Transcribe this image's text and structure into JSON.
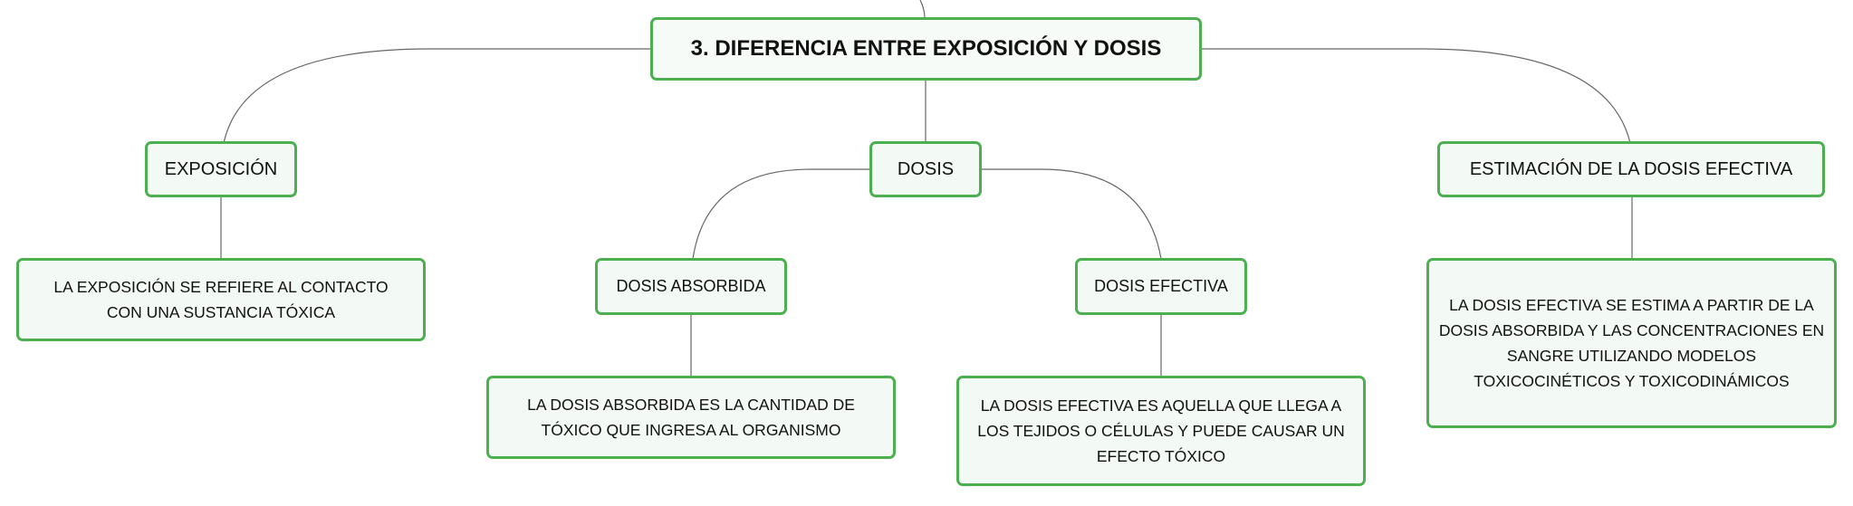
{
  "diagram": {
    "root": "3. DIFERENCIA ENTRE EXPOSICIÓN Y DOSIS",
    "exposicion": {
      "label": "EXPOSICIÓN",
      "detail": "LA EXPOSICIÓN SE REFIERE AL CONTACTO CON UNA SUSTANCIA TÓXICA"
    },
    "dosis": {
      "label": "DOSIS",
      "absorbida": {
        "label": "DOSIS ABSORBIDA",
        "detail": "LA DOSIS ABSORBIDA ES LA CANTIDAD DE TÓXICO QUE INGRESA AL ORGANISMO"
      },
      "efectiva": {
        "label": "DOSIS EFECTIVA",
        "detail": "LA DOSIS EFECTIVA ES AQUELLA QUE LLEGA A LOS TEJIDOS O CÉLULAS Y PUEDE CAUSAR UN EFECTO TÓXICO"
      }
    },
    "estimacion": {
      "label": "ESTIMACIÓN DE LA DOSIS EFECTIVA",
      "detail": "LA DOSIS EFECTIVA SE ESTIMA A PARTIR DE LA DOSIS ABSORBIDA Y LAS CONCENTRACIONES EN SANGRE UTILIZANDO MODELOS TOXICOCINÉTICOS Y TOXICODINÁMICOS"
    }
  },
  "colors": {
    "node_border": "#4caf50",
    "node_fill": "#f3f9f4",
    "connector": "#666666"
  }
}
